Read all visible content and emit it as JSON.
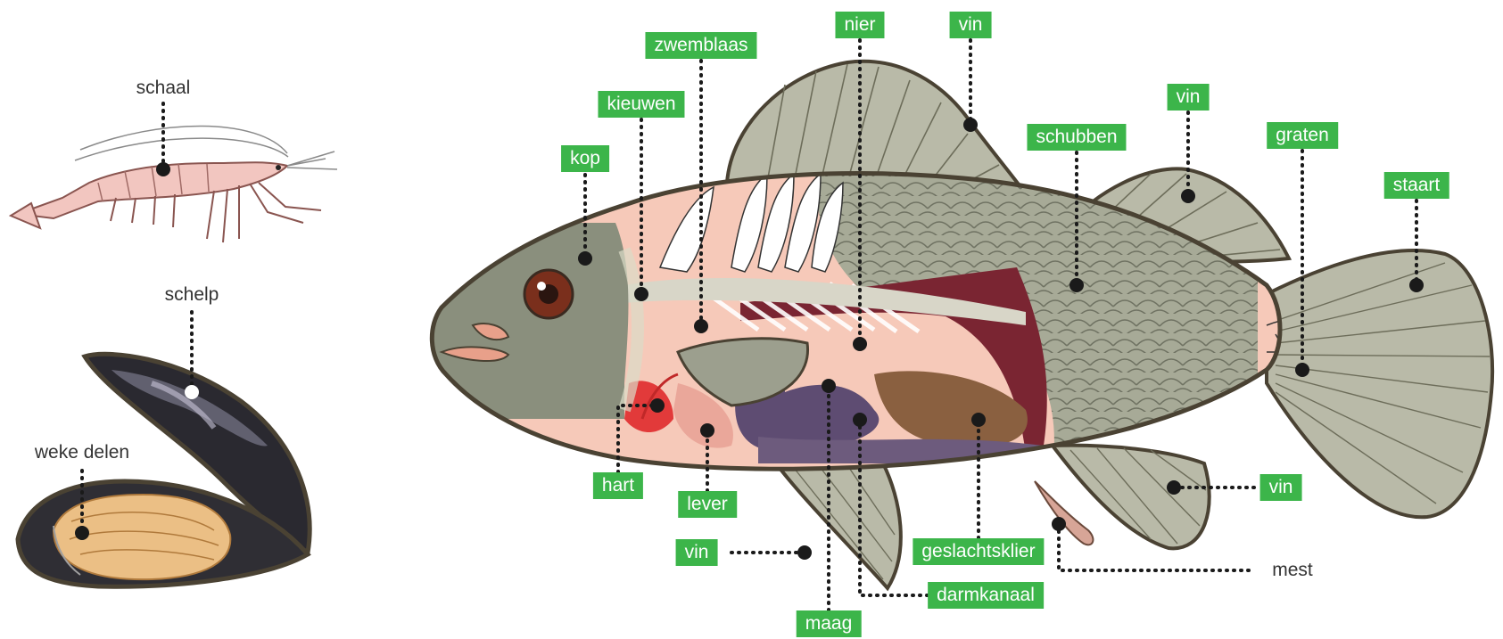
{
  "colors": {
    "label_bg": "#3cb54a",
    "label_text": "#ffffff",
    "leader": "#1a1a1a",
    "fish_body": "#a6aa96",
    "fish_fin": "#b9baa8",
    "fish_inner": "#f6c9b9",
    "shrimp": "#f2c6c0",
    "mussel_shell": "#2a2930",
    "mussel_flesh": "#ebbf85"
  },
  "shrimp_labels": {
    "schaal": "schaal"
  },
  "mussel_labels": {
    "schelp": "schelp",
    "weke_delen": "weke delen"
  },
  "fish_labels": {
    "kop": "kop",
    "kieuwen": "kieuwen",
    "zwemblaas": "zwemblaas",
    "nier": "nier",
    "vin_top": "vin",
    "schubben": "schubben",
    "vin_back": "vin",
    "graten": "graten",
    "staart": "staart",
    "hart": "hart",
    "lever": "lever",
    "vin_pelvic": "vin",
    "maag": "maag",
    "geslachtsklier": "geslachtsklier",
    "darmkanaal": "darmkanaal",
    "vin_anal": "vin",
    "mest": "mest"
  }
}
